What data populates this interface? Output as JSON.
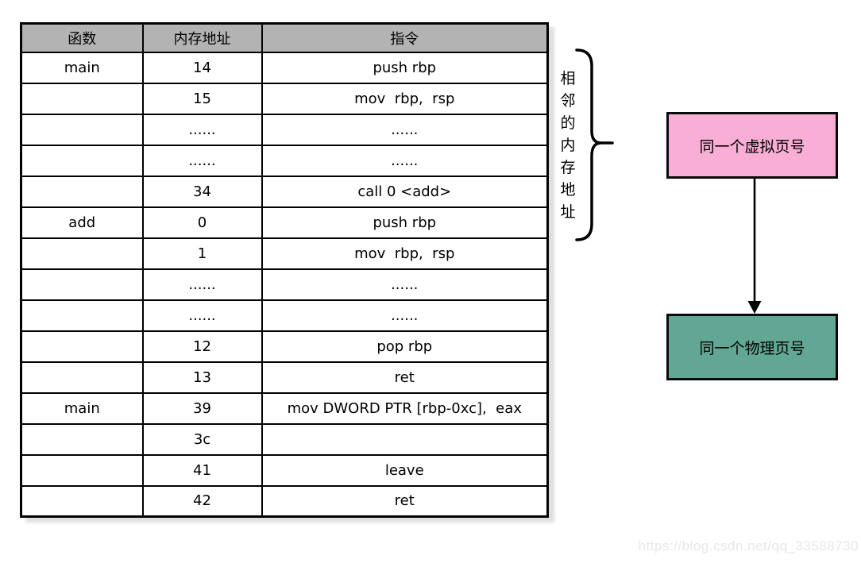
{
  "table": {
    "headers": [
      "函数",
      "内存地址",
      "指令"
    ],
    "rows": [
      {
        "fn": "main",
        "addr": "14",
        "instr": "push rbp"
      },
      {
        "fn": "",
        "addr": "15",
        "instr": "mov  rbp,  rsp"
      },
      {
        "fn": "",
        "addr": "......",
        "instr": "......"
      },
      {
        "fn": "",
        "addr": "......",
        "instr": "......"
      },
      {
        "fn": "",
        "addr": "34",
        "instr": "call 0 <add>"
      },
      {
        "fn": "add",
        "addr": "0",
        "instr": "push rbp"
      },
      {
        "fn": "",
        "addr": "1",
        "instr": "mov  rbp,  rsp"
      },
      {
        "fn": "",
        "addr": "......",
        "instr": "......"
      },
      {
        "fn": "",
        "addr": "......",
        "instr": "......"
      },
      {
        "fn": "",
        "addr": "12",
        "instr": "pop rbp"
      },
      {
        "fn": "",
        "addr": "13",
        "instr": "ret"
      },
      {
        "fn": "main",
        "addr": "39",
        "instr": "mov DWORD PTR [rbp-0xc],  eax"
      },
      {
        "fn": "",
        "addr": "3c",
        "instr": ""
      },
      {
        "fn": "",
        "addr": "41",
        "instr": "leave"
      },
      {
        "fn": "",
        "addr": "42",
        "instr": "ret"
      }
    ]
  },
  "brace": {
    "label": "相邻的内存地址"
  },
  "virtual_page_box": {
    "label": "同一个虚拟页号",
    "color": "#f9afd5"
  },
  "physical_page_box": {
    "label": "同一个物理页号",
    "color": "#62a794"
  },
  "watermark": "https://blog.csdn.net/qq_33588730",
  "colors": {
    "header_gray": "#b3b3b3",
    "border_black": "#000000",
    "background": "#ffffff",
    "watermark_gray": "#e7e7e7"
  }
}
